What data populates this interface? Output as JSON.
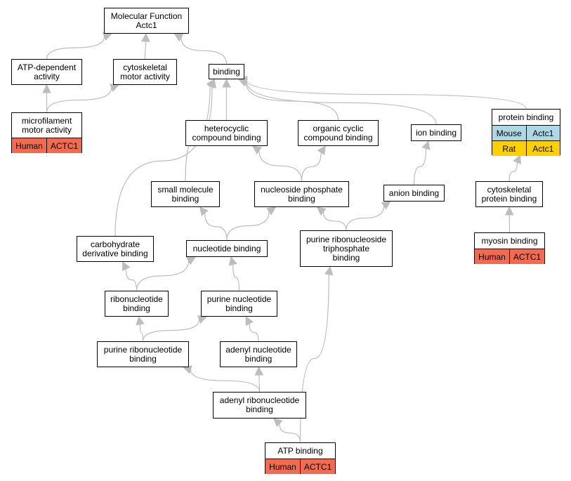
{
  "colors": {
    "edge": "#bdbdbd",
    "human": "#f26b4f",
    "mouse": "#add8e6",
    "rat": "#ffd000"
  },
  "nodes": [
    {
      "id": "molecular-function",
      "lines": [
        "Molecular Function",
        "Actc1"
      ]
    },
    {
      "id": "atp-dependent-activity",
      "lines": [
        "ATP-dependent",
        "activity"
      ]
    },
    {
      "id": "cytoskeletal-motor-activity",
      "lines": [
        "cytoskeletal",
        "motor activity"
      ]
    },
    {
      "id": "binding",
      "lines": [
        "binding"
      ]
    },
    {
      "id": "microfilament-motor-activity",
      "lines": [
        "microfilament",
        "motor activity"
      ],
      "annotations": [
        {
          "species": "Human",
          "gene": "ACTC1",
          "color": "human"
        }
      ]
    },
    {
      "id": "heterocyclic-compound-binding",
      "lines": [
        "heterocyclic",
        "compound binding"
      ]
    },
    {
      "id": "organic-cyclic-compound-binding",
      "lines": [
        "organic cyclic",
        "compound binding"
      ]
    },
    {
      "id": "ion-binding",
      "lines": [
        "ion binding"
      ]
    },
    {
      "id": "protein-binding",
      "lines": [
        "protein binding"
      ],
      "annotations": [
        {
          "species": "Mouse",
          "gene": "Actc1",
          "color": "mouse"
        },
        {
          "species": "Rat",
          "gene": "Actc1",
          "color": "rat"
        }
      ]
    },
    {
      "id": "small-molecule-binding",
      "lines": [
        "small molecule",
        "binding"
      ]
    },
    {
      "id": "nucleoside-phosphate-binding",
      "lines": [
        "nucleoside phosphate",
        "binding"
      ]
    },
    {
      "id": "anion-binding",
      "lines": [
        "anion binding"
      ]
    },
    {
      "id": "cytoskeletal-protein-binding",
      "lines": [
        "cytoskeletal",
        "protein binding"
      ]
    },
    {
      "id": "carbohydrate-derivative-binding",
      "lines": [
        "carbohydrate",
        "derivative binding"
      ]
    },
    {
      "id": "nucleotide-binding",
      "lines": [
        "nucleotide binding"
      ]
    },
    {
      "id": "purine-ribonucleoside-triphosphate-binding",
      "lines": [
        "purine ribonucleoside",
        "triphosphate",
        "binding"
      ]
    },
    {
      "id": "myosin-binding",
      "lines": [
        "myosin binding"
      ],
      "annotations": [
        {
          "species": "Human",
          "gene": "ACTC1",
          "color": "human"
        }
      ]
    },
    {
      "id": "ribonucleotide-binding",
      "lines": [
        "ribonucleotide",
        "binding"
      ]
    },
    {
      "id": "purine-nucleotide-binding",
      "lines": [
        "purine nucleotide",
        "binding"
      ]
    },
    {
      "id": "purine-ribonucleotide-binding",
      "lines": [
        "purine ribonucleotide",
        "binding"
      ]
    },
    {
      "id": "adenyl-nucleotide-binding",
      "lines": [
        "adenyl nucleotide",
        "binding"
      ]
    },
    {
      "id": "adenyl-ribonucleotide-binding",
      "lines": [
        "adenyl ribonucleotide",
        "binding"
      ]
    },
    {
      "id": "atp-binding",
      "lines": [
        "ATP binding"
      ],
      "annotations": [
        {
          "species": "Human",
          "gene": "ACTC1",
          "color": "human"
        }
      ]
    }
  ],
  "edges": [
    [
      "atp-dependent-activity",
      "molecular-function"
    ],
    [
      "cytoskeletal-motor-activity",
      "molecular-function"
    ],
    [
      "binding",
      "molecular-function"
    ],
    [
      "microfilament-motor-activity",
      "atp-dependent-activity"
    ],
    [
      "microfilament-motor-activity",
      "cytoskeletal-motor-activity"
    ],
    [
      "heterocyclic-compound-binding",
      "binding"
    ],
    [
      "organic-cyclic-compound-binding",
      "binding"
    ],
    [
      "ion-binding",
      "binding"
    ],
    [
      "protein-binding",
      "binding"
    ],
    [
      "small-molecule-binding",
      "binding"
    ],
    [
      "carbohydrate-derivative-binding",
      "binding"
    ],
    [
      "nucleoside-phosphate-binding",
      "heterocyclic-compound-binding"
    ],
    [
      "nucleoside-phosphate-binding",
      "organic-cyclic-compound-binding"
    ],
    [
      "anion-binding",
      "ion-binding"
    ],
    [
      "cytoskeletal-protein-binding",
      "protein-binding"
    ],
    [
      "myosin-binding",
      "cytoskeletal-protein-binding"
    ],
    [
      "nucleotide-binding",
      "small-molecule-binding"
    ],
    [
      "nucleotide-binding",
      "nucleoside-phosphate-binding"
    ],
    [
      "purine-ribonucleoside-triphosphate-binding",
      "nucleoside-phosphate-binding"
    ],
    [
      "purine-ribonucleoside-triphosphate-binding",
      "anion-binding"
    ],
    [
      "ribonucleotide-binding",
      "carbohydrate-derivative-binding"
    ],
    [
      "ribonucleotide-binding",
      "nucleotide-binding"
    ],
    [
      "purine-nucleotide-binding",
      "nucleotide-binding"
    ],
    [
      "purine-ribonucleotide-binding",
      "ribonucleotide-binding"
    ],
    [
      "purine-ribonucleotide-binding",
      "purine-nucleotide-binding"
    ],
    [
      "adenyl-nucleotide-binding",
      "purine-nucleotide-binding"
    ],
    [
      "adenyl-ribonucleotide-binding",
      "purine-ribonucleotide-binding"
    ],
    [
      "adenyl-ribonucleotide-binding",
      "adenyl-nucleotide-binding"
    ],
    [
      "atp-binding",
      "adenyl-ribonucleotide-binding"
    ],
    [
      "atp-binding",
      "purine-ribonucleoside-triphosphate-binding"
    ]
  ]
}
